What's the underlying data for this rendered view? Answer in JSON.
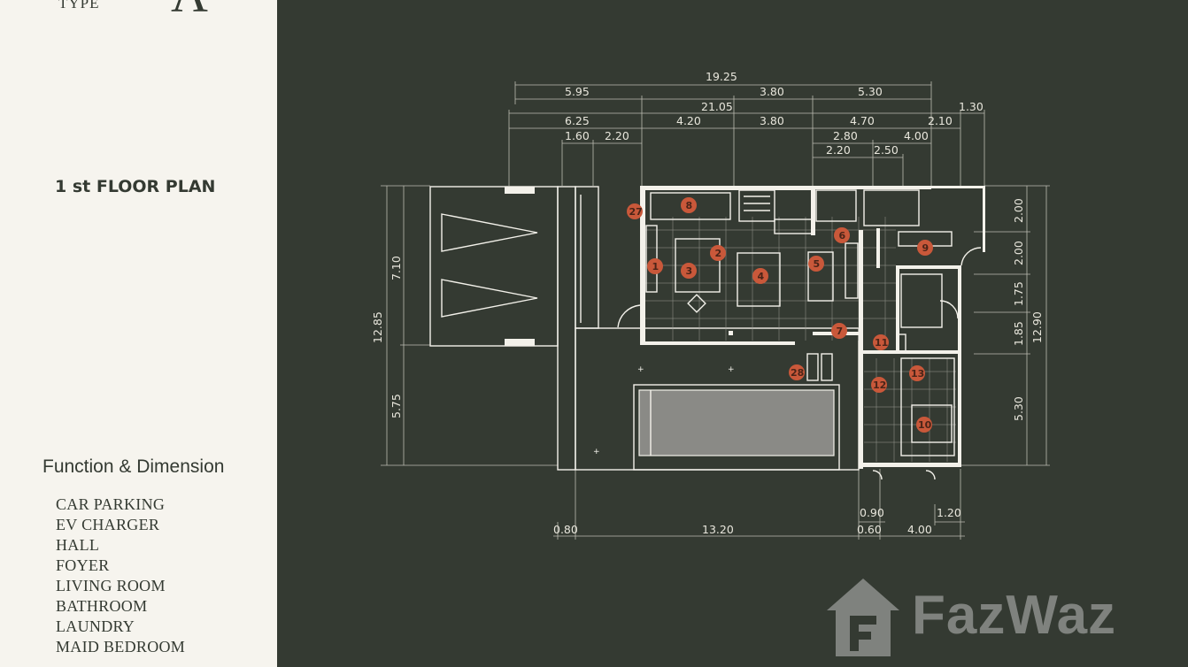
{
  "sidebar": {
    "type_label": "TYPE",
    "type_letter": "A",
    "plan_title": "1 st FLOOR PLAN",
    "function_heading": "Function & Dimension",
    "functions": [
      "CAR PARKING",
      "EV CHARGER",
      "HALL",
      "FOYER",
      "LIVING ROOM",
      "BATHROOM",
      "LAUNDRY",
      "MAID BEDROOM"
    ]
  },
  "dimensions": {
    "top": [
      "19.25",
      "5.95",
      "3.80",
      "5.30",
      "21.05",
      "6.25",
      "4.20",
      "3.80",
      "4.70",
      "2.10",
      "1.30",
      "1.60",
      "2.20",
      "2.80",
      "4.00",
      "2.20",
      "2.50"
    ],
    "left": [
      "12.85",
      "7.10",
      "5.75"
    ],
    "right": [
      "2.00",
      "2.00",
      "1.75",
      "1.85",
      "5.30",
      "12.90"
    ],
    "bottom": [
      "0.80",
      "13.20",
      "0.90",
      "0.60",
      "4.00",
      "1.20"
    ]
  },
  "room_markers": [
    "27",
    "8",
    "2",
    "1",
    "3",
    "4",
    "5",
    "6",
    "9",
    "7",
    "11",
    "28",
    "12",
    "13",
    "10"
  ],
  "colors": {
    "background": "#343a32",
    "sidebar": "#f6f4ee",
    "walls": "#f3f1ea",
    "marker": "#c9583a",
    "pool": "#8a8a86"
  },
  "watermark": {
    "text": "FazWaz"
  }
}
